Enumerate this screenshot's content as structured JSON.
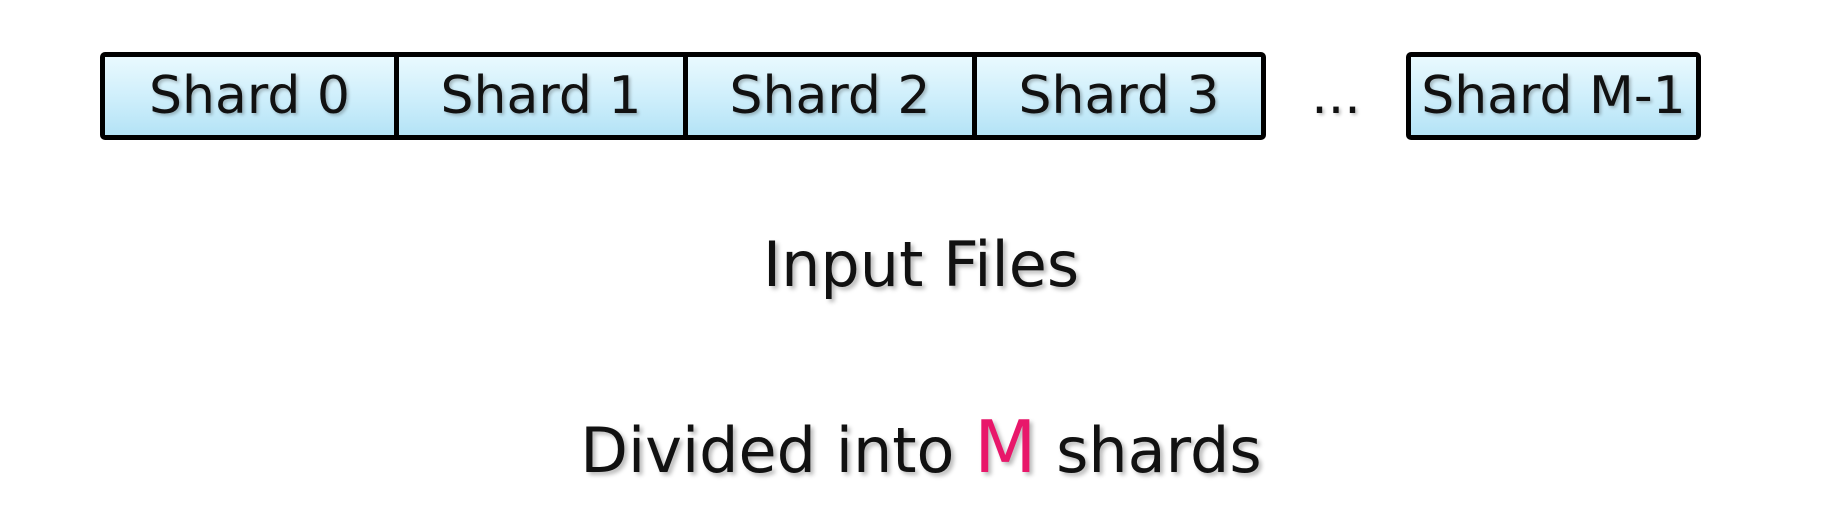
{
  "diagram": {
    "shards": [
      "Shard 0",
      "Shard 1",
      "Shard 2",
      "Shard 3"
    ],
    "ellipsis": "...",
    "last_shard": "Shard M-1",
    "input_label": "Input Files",
    "divided": {
      "prefix": "Divided into",
      "highlight": "M",
      "suffix": "shards"
    }
  },
  "colors": {
    "shard_fill_top": "#e9f9fe",
    "shard_fill_bottom": "#b4e3f6",
    "border": "#000000",
    "accent": "#e8176a"
  }
}
